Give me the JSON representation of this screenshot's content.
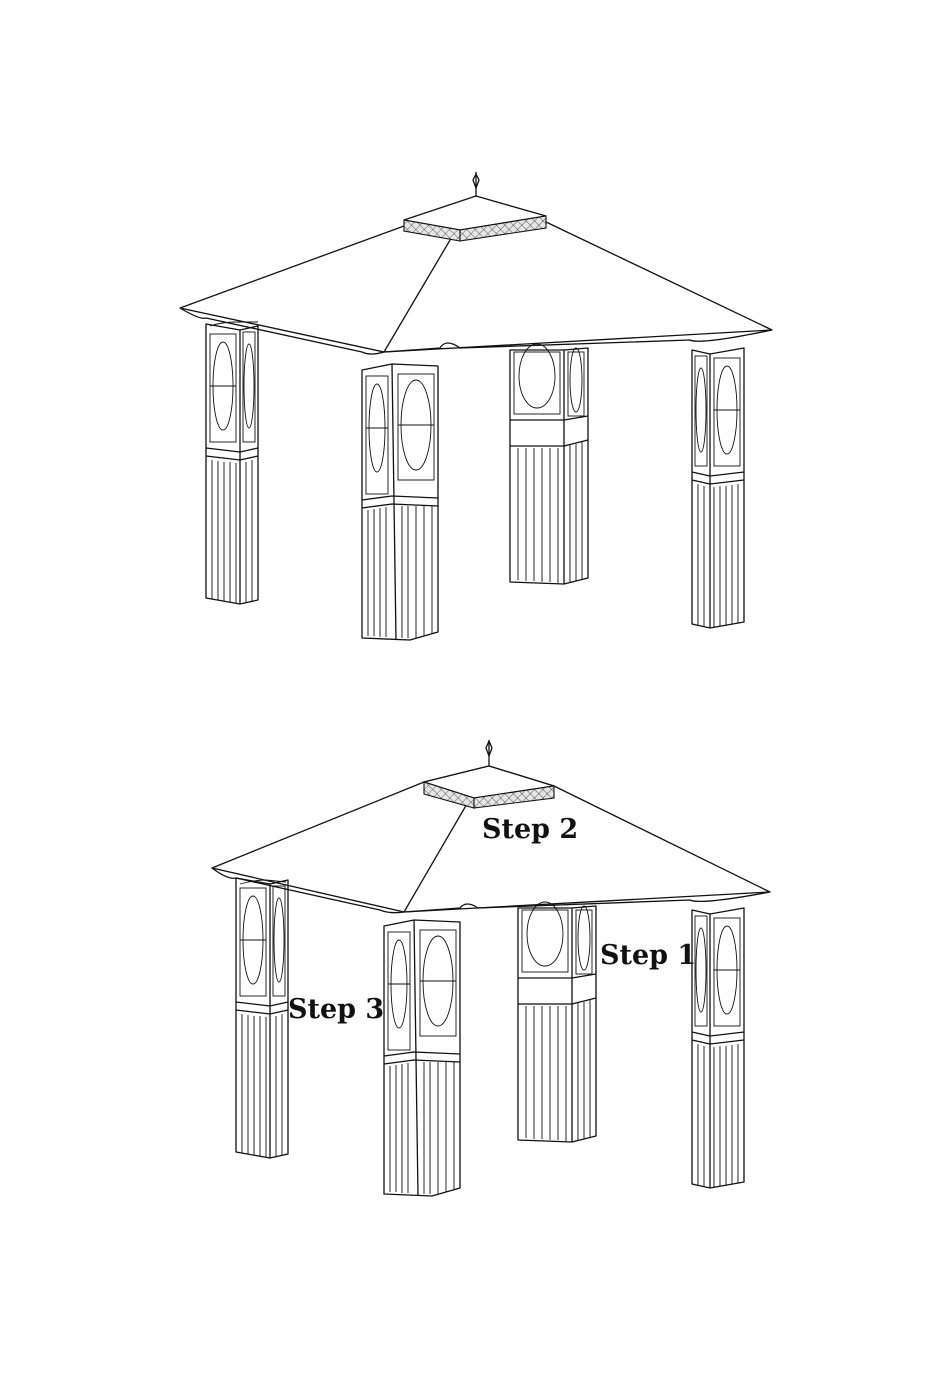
{
  "labels": {
    "step1": "Step 1",
    "step2": "Step 2",
    "step3": "Step 3"
  },
  "colors": {
    "line": "#111111",
    "background": "#ffffff",
    "mesh_fill": "#d8d8d8"
  }
}
